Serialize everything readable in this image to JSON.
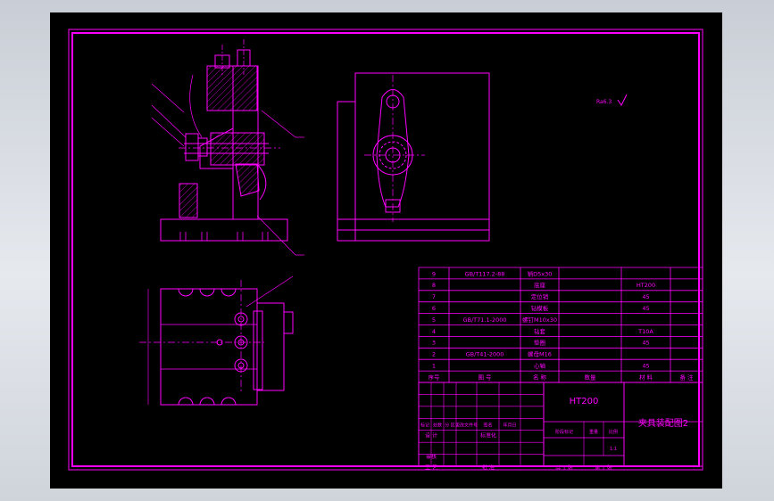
{
  "colors": {
    "background": "#000000",
    "line": "#ff00ff",
    "window": "#d4d8de"
  },
  "views": {
    "front_section": {
      "name": "front-section-view"
    },
    "side": {
      "name": "side-view"
    },
    "top": {
      "name": "top-view"
    }
  },
  "roughness": {
    "label": "Ra6.3"
  },
  "bom": {
    "rows": [
      {
        "no": "9",
        "std": "GB/T117.2-88",
        "name": "销D5x30",
        "qty": "",
        "material": "",
        "note": ""
      },
      {
        "no": "8",
        "std": "",
        "name": "底座",
        "qty": "",
        "material": "HT200",
        "note": ""
      },
      {
        "no": "7",
        "std": "",
        "name": "定位销",
        "qty": "",
        "material": "45",
        "note": ""
      },
      {
        "no": "6",
        "std": "",
        "name": "钻模板",
        "qty": "",
        "material": "45",
        "note": ""
      },
      {
        "no": "5",
        "std": "GB/T71.1-2000",
        "name": "螺钉M10x30",
        "qty": "",
        "material": "",
        "note": ""
      },
      {
        "no": "4",
        "std": "",
        "name": "钻套",
        "qty": "",
        "material": "T10A",
        "note": ""
      },
      {
        "no": "3",
        "std": "",
        "name": "垫圈",
        "qty": "",
        "material": "45",
        "note": ""
      },
      {
        "no": "2",
        "std": "GB/T41-2000",
        "name": "螺母M16",
        "qty": "",
        "material": "",
        "note": ""
      },
      {
        "no": "1",
        "std": "",
        "name": "心轴",
        "qty": "",
        "material": "45",
        "note": ""
      }
    ],
    "header": {
      "no": "序号",
      "std": "图 号",
      "name": "名 称",
      "qty": "数量",
      "material": "材 料",
      "note": "备 注"
    }
  },
  "title_block": {
    "material": "HT200",
    "drawing_name": "夹具装配图2",
    "rev_row": [
      "标记",
      "处数",
      "分 区",
      "更改文件号",
      "签名",
      "年月日"
    ],
    "design": "设 计",
    "standardize": "标准化",
    "review": "审核",
    "process": "工 艺",
    "approve": "批 准",
    "stage_mark": "阶段标记",
    "weight": "重量",
    "scale": "比例",
    "scale_value": "1:1",
    "sheets_total": "共 1 张",
    "sheet_no": "第 1 张"
  }
}
